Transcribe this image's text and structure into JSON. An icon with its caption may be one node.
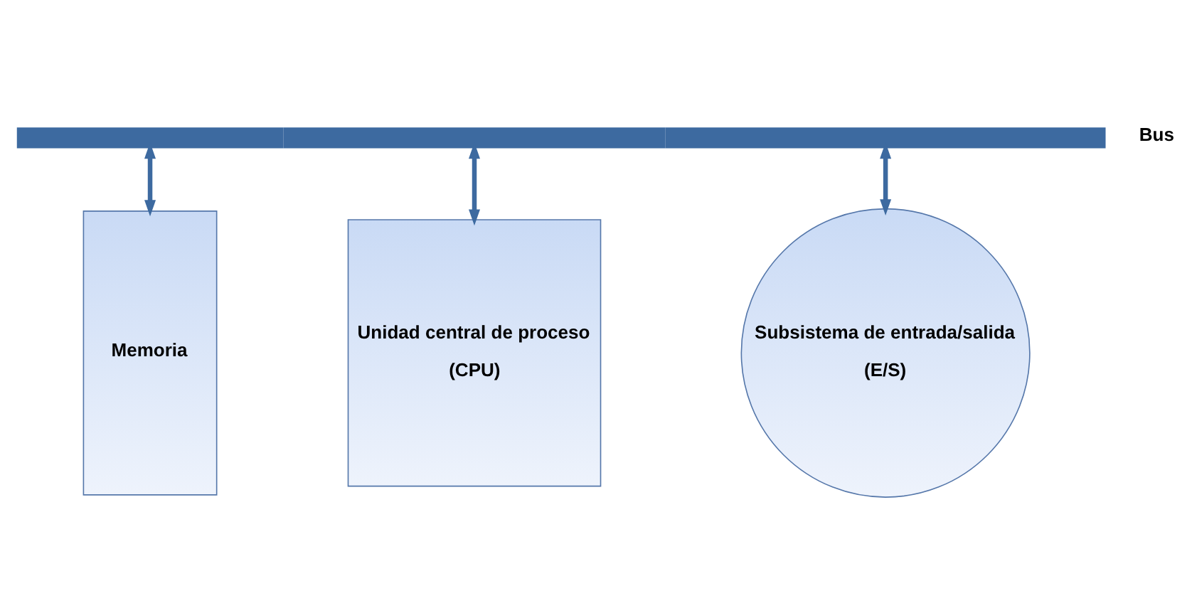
{
  "diagram": {
    "nodes": [
      {
        "text": [
          "Bus"
        ]
      },
      {
        "text": [
          "Memoria"
        ]
      },
      {
        "text": [
          "Unidad central de proceso",
          "(CPU)"
        ]
      },
      {
        "text": [
          "Subsistema de entrada/salida",
          "(E/S)"
        ]
      }
    ],
    "edges": [
      {
        "from": 0,
        "to": 1,
        "arrow": "both"
      },
      {
        "from": 0,
        "to": 2,
        "arrow": "both"
      },
      {
        "from": 0,
        "to": 3,
        "arrow": "both"
      }
    ]
  }
}
